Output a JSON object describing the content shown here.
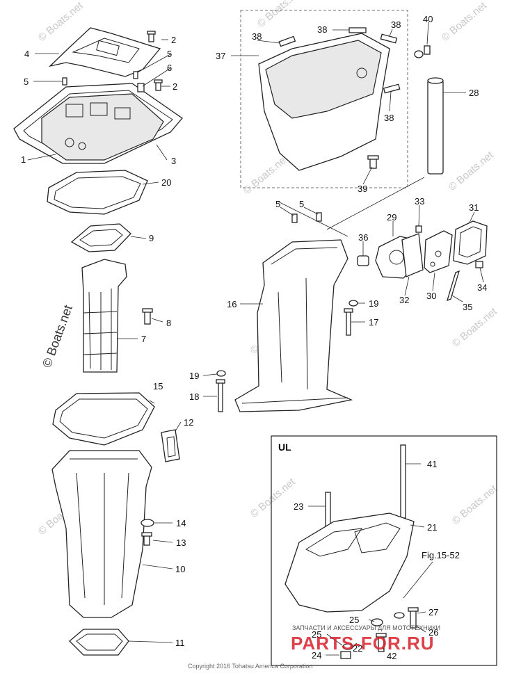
{
  "callouts": [
    "1",
    "2",
    "2",
    "3",
    "4",
    "5",
    "5",
    "5",
    "5",
    "6",
    "7",
    "8",
    "9",
    "10",
    "11",
    "12",
    "13",
    "14",
    "15",
    "16",
    "17",
    "18",
    "19",
    "19",
    "20",
    "21",
    "22",
    "23",
    "24",
    "25",
    "25",
    "26",
    "27",
    "28",
    "29",
    "30",
    "31",
    "32",
    "33",
    "34",
    "35",
    "36",
    "37",
    "38",
    "38",
    "38",
    "38",
    "39",
    "40",
    "41",
    "42"
  ],
  "inset": {
    "title": "UL",
    "fig_ref": "Fig.15-52"
  },
  "watermarks": {
    "text": "© Boats.net"
  },
  "footer": {
    "copyright": "Copyright 2016 Tohatsu America Corporation",
    "promo_text": "ЗАПЧАСТИ И АКСЕССУАРЫ ДЛЯ МОТОТЕХНИКИ",
    "brand": "PARTS-FOR.RU"
  },
  "colors": {
    "ink": "#222222",
    "watermark": "#c8c8c8",
    "brand_red": "#d8202a"
  }
}
